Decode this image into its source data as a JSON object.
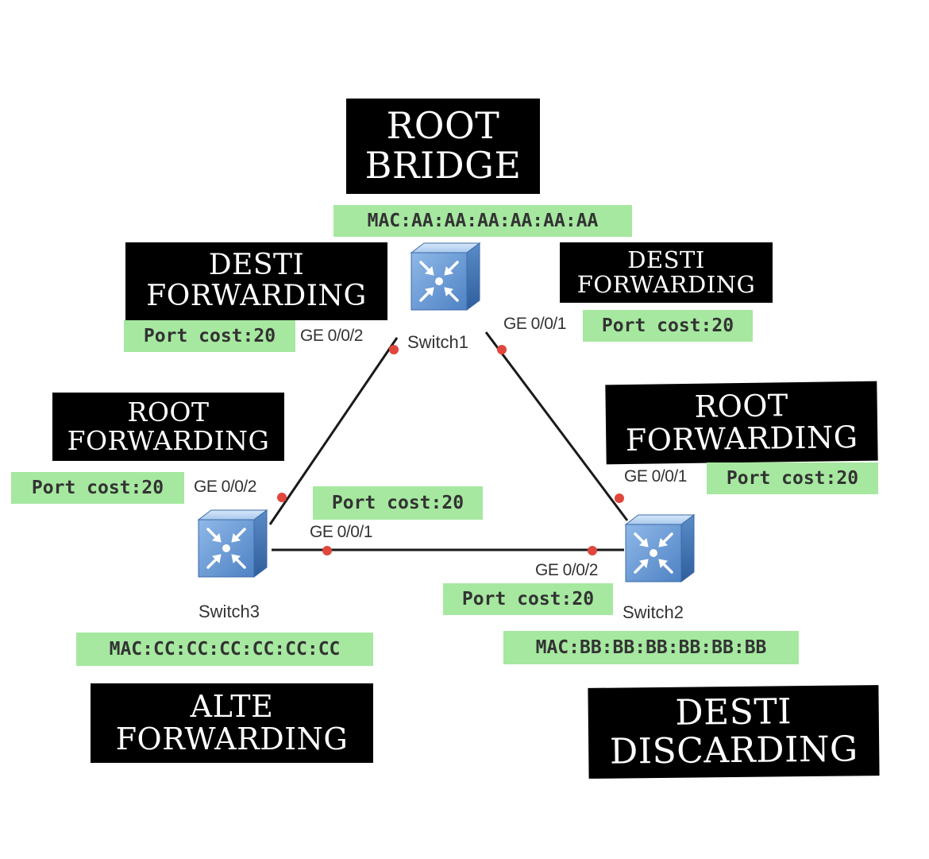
{
  "switch1": {
    "name": "Switch1",
    "mac": "MAC:AA:AA:AA:AA:AA:AA",
    "role": [
      "ROOT",
      "BRIDGE"
    ],
    "port_ge002": {
      "label": "GE 0/0/2",
      "cost": "Port cost:20",
      "role": [
        "DESTI",
        "FORWARDING"
      ]
    },
    "port_ge001": {
      "label": "GE 0/0/1",
      "cost": "Port cost:20",
      "role": [
        "DESTI",
        "FORWARDING"
      ]
    }
  },
  "switch2": {
    "name": "Switch2",
    "mac": "MAC:BB:BB:BB:BB:BB:BB",
    "port_ge001": {
      "label": "GE 0/0/1",
      "cost": "Port cost:20",
      "role": [
        "ROOT",
        "FORWARDING"
      ]
    },
    "port_ge002": {
      "label": "GE 0/0/2",
      "cost": "Port cost:20",
      "role": [
        "DESTI",
        "DISCARDING"
      ]
    }
  },
  "switch3": {
    "name": "Switch3",
    "mac": "MAC:CC:CC:CC:CC:CC:CC",
    "port_ge002": {
      "label": "GE 0/0/2",
      "cost": "Port cost:20",
      "role": [
        "ROOT",
        "FORWARDING"
      ]
    },
    "port_ge001": {
      "label": "GE 0/0/1",
      "cost": "Port cost:20",
      "role": [
        "ALTE",
        "FORWARDING"
      ]
    }
  },
  "colors": {
    "label_bg": "#a6e8a0",
    "role_bg": "#000000",
    "link": "#1a1a1a",
    "port_dot": "#e0473c",
    "switch_blue": "#6a9fd6"
  }
}
